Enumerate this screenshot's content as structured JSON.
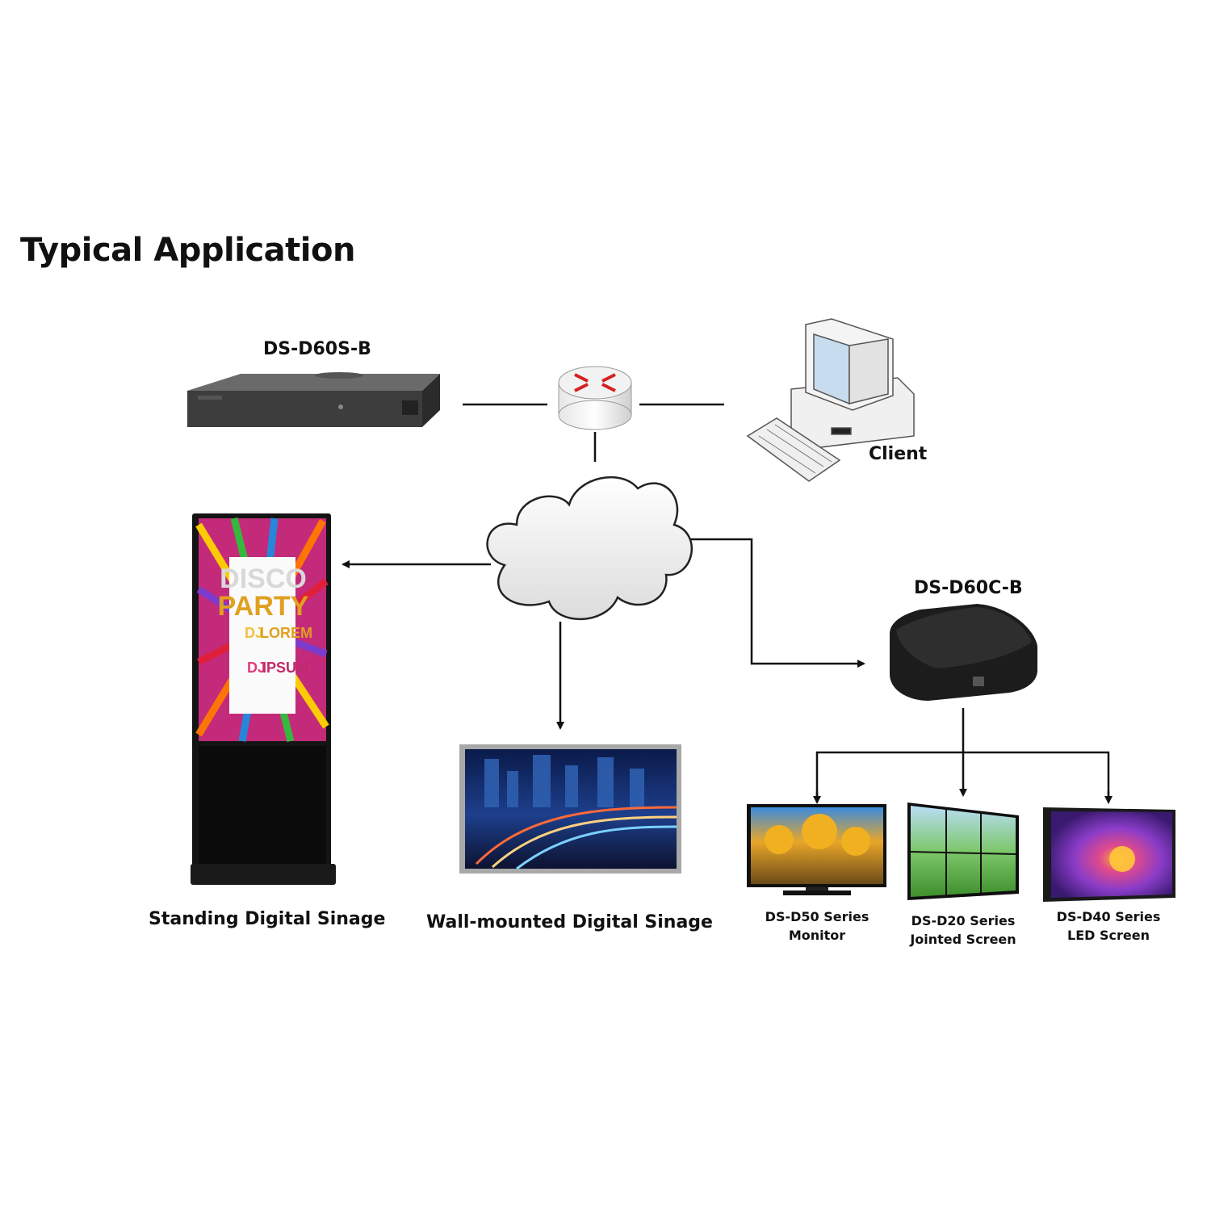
{
  "title": "Typical Application",
  "nodes": {
    "server": {
      "label": "DS-D60S-B",
      "icon": "server-rack-icon"
    },
    "router": {
      "icon": "router-icon"
    },
    "client": {
      "label": "Client",
      "icon": "desktop-computer-icon"
    },
    "cloud": {
      "icon": "cloud-network-icon"
    },
    "standing": {
      "label": "Standing Digital Sinage",
      "icon": "standing-kiosk-display-icon",
      "screen_text": [
        "DISCO",
        "PARTY",
        "DJ",
        "LOREM",
        "DJ",
        "IPSUM"
      ]
    },
    "wall": {
      "label": "Wall-mounted Digital Sinage",
      "icon": "wall-tv-display-icon"
    },
    "player": {
      "label": "DS-D60C-B",
      "icon": "media-player-box-icon"
    },
    "monitor": {
      "line1": "DS-D50 Series",
      "line2": "Monitor",
      "icon": "monitor-icon"
    },
    "jointed": {
      "line1": "DS-D20 Series",
      "line2": "Jointed Screen",
      "icon": "video-wall-icon"
    },
    "led": {
      "line1": "DS-D40 Series",
      "line2": "LED Screen",
      "icon": "led-screen-icon"
    }
  },
  "colors": {
    "arrow": "#111111",
    "router_arrows": "#d42020",
    "device_dark": "#3a3a3a"
  }
}
